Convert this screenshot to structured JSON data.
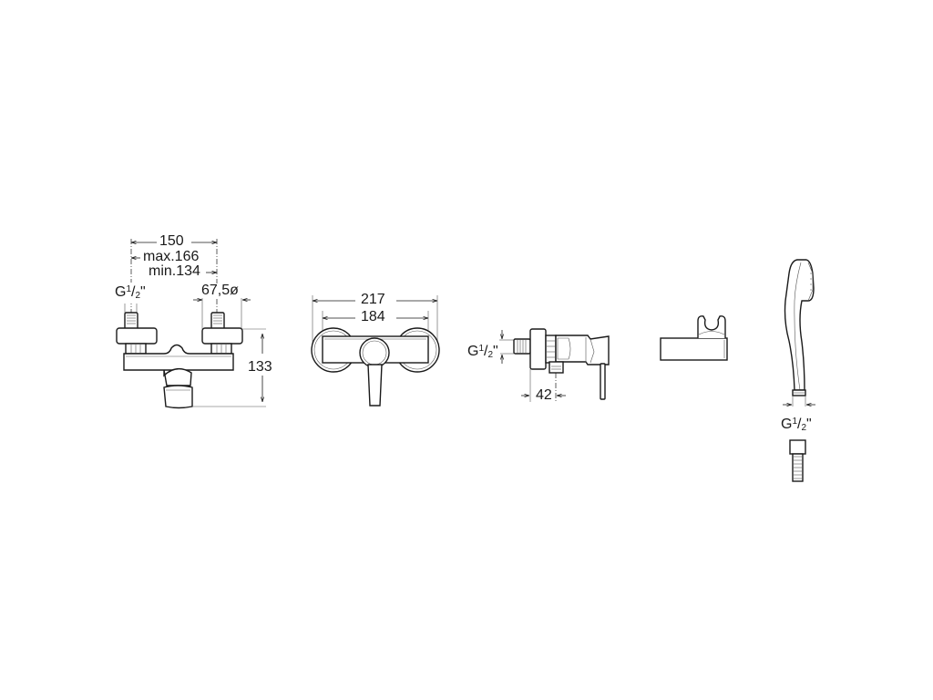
{
  "diagram": {
    "type": "technical-drawing",
    "subject": "shower mixer set dimensional drawing",
    "colors": {
      "line": "#1a1a1a",
      "background": "#ffffff"
    },
    "views": [
      {
        "id": "wall-mixer-front",
        "dimensions": {
          "centers": "150",
          "max_centers": "max.166",
          "min_centers": "min.134",
          "inlet_thread": {
            "prefix": "G",
            "num": "1",
            "den": "2",
            "suffix": "\""
          },
          "escutcheon_diameter": "67,5ø",
          "height": "133"
        }
      },
      {
        "id": "mixer-top-view",
        "dimensions": {
          "overall_width": "217",
          "inner_width": "184"
        }
      },
      {
        "id": "mixer-side-view",
        "dimensions": {
          "inlet_thread": {
            "prefix": "G",
            "num": "1",
            "den": "2",
            "suffix": "\""
          },
          "projection": "42"
        }
      },
      {
        "id": "wall-bracket"
      },
      {
        "id": "hand-shower",
        "dimensions": {
          "outlet_thread": {
            "prefix": "G",
            "num": "1",
            "den": "2",
            "suffix": "\""
          }
        }
      }
    ]
  }
}
